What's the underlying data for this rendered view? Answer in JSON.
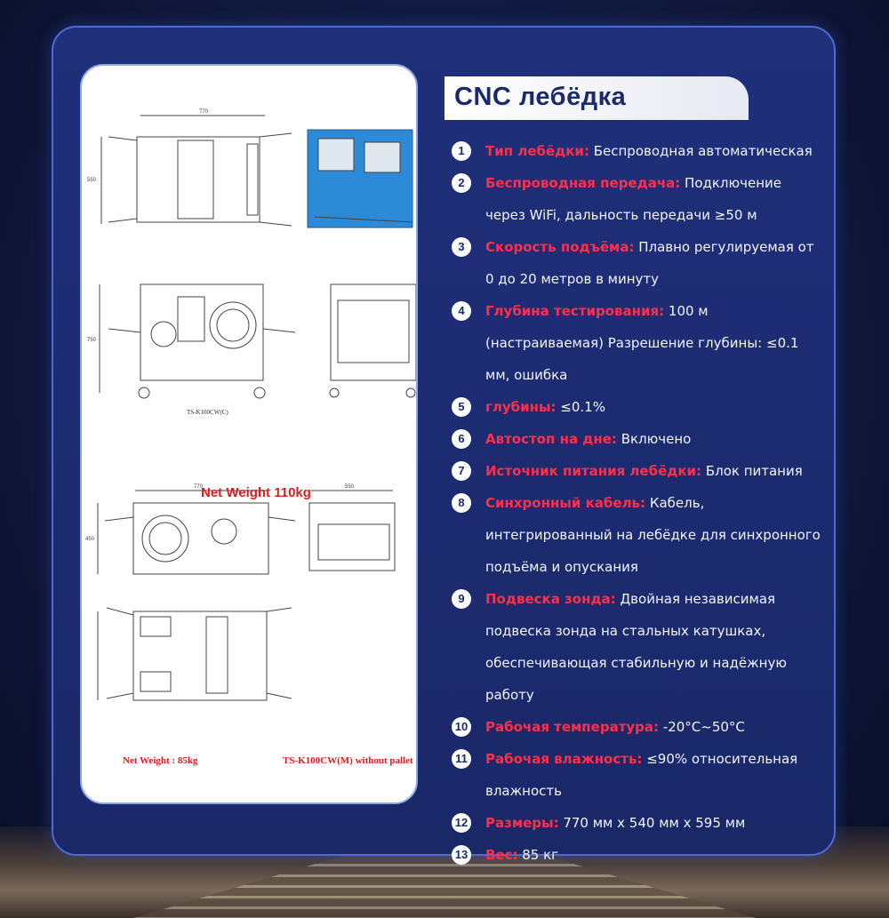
{
  "title": "CNC лебёдка",
  "drawing": {
    "weight_large": "Net Weight 110kg",
    "model_caption": "TS-K100CW(C)",
    "weight_small": "Net Weight : 85kg",
    "model_small": "TS-K100CW(M) without pallet",
    "dim_770_a": "770",
    "dim_550": "550",
    "dim_750": "750",
    "dim_770_b": "770",
    "dim_450": "450",
    "dim_550_b": "550"
  },
  "specs": [
    {
      "num": "1",
      "label": "Тип лебёдки:",
      "value": " Беспроводная автоматическая"
    },
    {
      "num": "2",
      "label": "Беспроводная передача:",
      "value": " Подключение через WiFi, дальность передачи ≥50 м"
    },
    {
      "num": "3",
      "label": "Скорость подъёма:",
      "value": " Плавно регулируемая от 0 до 20 метров в минуту"
    },
    {
      "num": "4",
      "label": "Глубина тестирования:",
      "value": " 100 м (настраиваемая) Разрешение глубины: ≤0.1 мм, ошибка"
    },
    {
      "num": "5",
      "label": "глубины:",
      "value": " ≤0.1%"
    },
    {
      "num": "6",
      "label": "Автостоп на дне:",
      "value": " Включено"
    },
    {
      "num": "7",
      "label": "Источник питания лебёдки:",
      "value": " Блок питания"
    },
    {
      "num": "8",
      "label": "Синхронный кабель:",
      "value": " Кабель, интегрированный на лебёдке для синхронного подъёма и опускания"
    },
    {
      "num": "9",
      "label": "Подвеска зонда:",
      "value": " Двойная независимая подвеска зонда на стальных катушках, обеспечивающая стабильную и надёжную работу"
    },
    {
      "num": "10",
      "label": "Рабочая температура:",
      "value": " -20°C~50°C"
    },
    {
      "num": "11",
      "label": "Рабочая влажность:",
      "value": " ≤90% относительная влажность"
    },
    {
      "num": "12",
      "label": "Размеры:",
      "value": " 770 мм x 540 мм x 595 мм"
    },
    {
      "num": "13",
      "label": "Вес:",
      "value": " 85 кг"
    }
  ]
}
